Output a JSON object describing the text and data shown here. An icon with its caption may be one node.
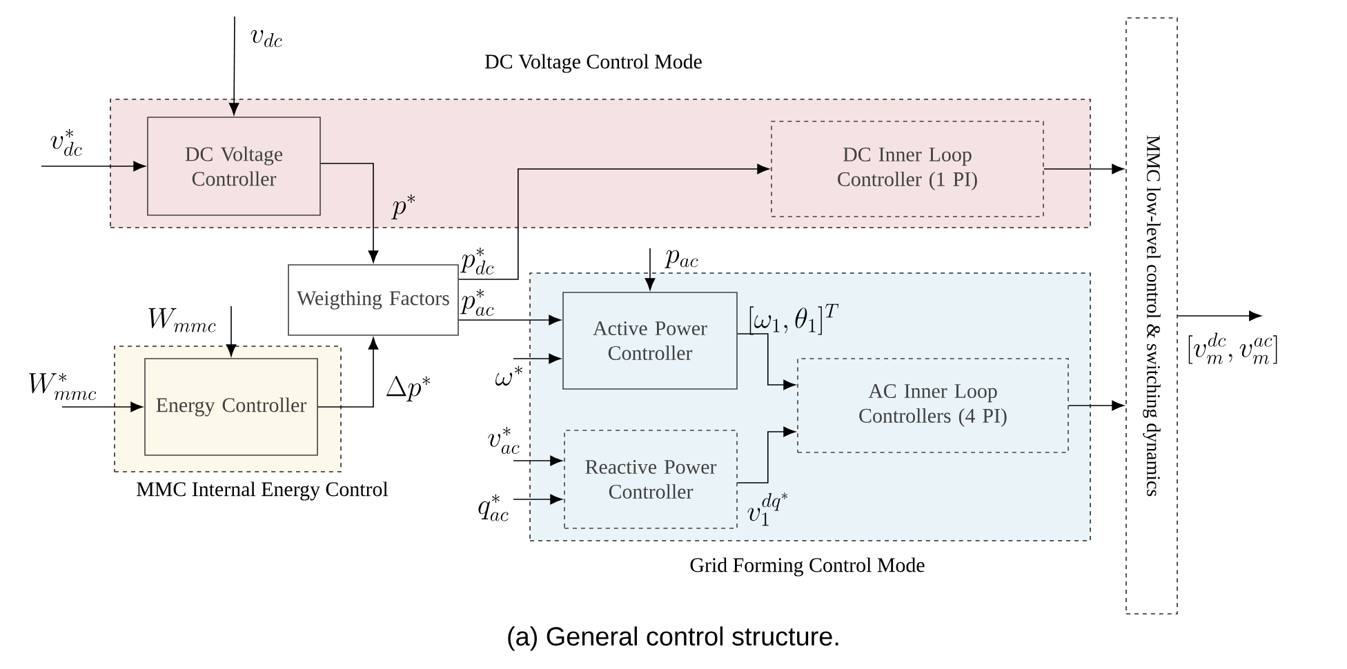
{
  "diagram": {
    "caption": "(a) General control structure.",
    "nodes": [
      {
        "text": [
          "DC Voltage Control Mode"
        ]
      },
      {
        "text": [
          "DC Voltage Controller"
        ],
        "in": 0
      },
      {
        "text": [
          "DC Inner Loop Controller (1 PI)"
        ],
        "in": 0
      },
      {
        "text": [
          "Weigthing Factors"
        ]
      },
      {
        "text": [
          "MMC Internal Energy Control"
        ]
      },
      {
        "text": [
          "Energy Controller"
        ],
        "in": 4
      },
      {
        "text": [
          "Grid Forming Control Mode"
        ]
      },
      {
        "text": [
          "Active Power Controller"
        ],
        "in": 6
      },
      {
        "text": [
          "Reactive Power Controller"
        ],
        "in": 6
      },
      {
        "text": [
          "AC Inner Loop Controllers (4 PI)"
        ],
        "in": 6
      },
      {
        "text": [
          "MMC low-level control & switching dynamics"
        ]
      }
    ],
    "edges": [
      {
        "from": null,
        "to": 1,
        "arrow": "to",
        "label": "v_{dc}"
      },
      {
        "from": null,
        "to": 1,
        "arrow": "to",
        "label": "v_{dc}^*"
      },
      {
        "from": 1,
        "to": 3,
        "arrow": "to",
        "label": "p^*"
      },
      {
        "from": 3,
        "to": 2,
        "arrow": "to",
        "label": "p_{dc}^*"
      },
      {
        "from": 3,
        "to": 7,
        "arrow": "to",
        "label": "p_{ac}^*"
      },
      {
        "from": null,
        "to": 5,
        "arrow": "to",
        "label": "W_{mmc}"
      },
      {
        "from": null,
        "to": 5,
        "arrow": "to",
        "label": "W_{mmc}^*"
      },
      {
        "from": 5,
        "to": 3,
        "arrow": "to",
        "label": "\\Delta p^*"
      },
      {
        "from": null,
        "to": 7,
        "arrow": "to",
        "label": "p_{ac}"
      },
      {
        "from": null,
        "to": 7,
        "arrow": "to",
        "label": "\\omega^*"
      },
      {
        "from": null,
        "to": 8,
        "arrow": "to",
        "label": "v_{ac}^*"
      },
      {
        "from": null,
        "to": 8,
        "arrow": "to",
        "label": "q_{ac}^*"
      },
      {
        "from": 7,
        "to": 9,
        "arrow": "to",
        "label": "[\\omega_1, \\theta_1]^T"
      },
      {
        "from": 8,
        "to": 9,
        "arrow": "to",
        "label": "v_1^{dq^*}"
      },
      {
        "from": 2,
        "to": 10,
        "arrow": "to"
      },
      {
        "from": 9,
        "to": 10,
        "arrow": "to"
      },
      {
        "from": 10,
        "to": null,
        "arrow": "to",
        "label": "[v_m^{dc}, v_m^{ac}]"
      }
    ]
  }
}
